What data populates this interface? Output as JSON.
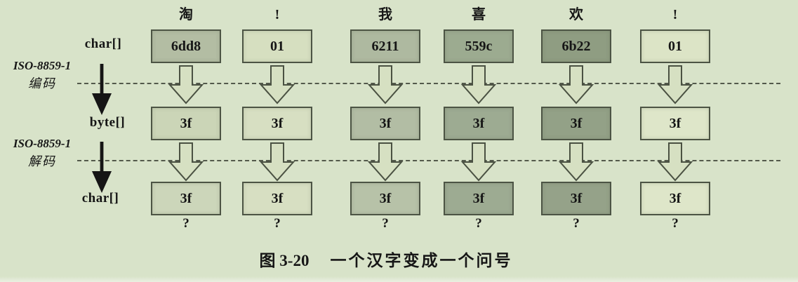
{
  "page": {
    "background": "#d8e3c9",
    "box_border": "#4c5444",
    "text_color": "#161616",
    "dash_color": "#3c4136",
    "hollow_arrow_fill": "#d6e0c2",
    "hollow_arrow_stroke": "#4a5142",
    "black_arrow_color": "#151515"
  },
  "labels": {
    "char_array_top": "char[]",
    "encode_iso": "ISO-8859-1",
    "encode_cn": "编码",
    "byte_array": "byte[]",
    "decode_iso": "ISO-8859-1",
    "decode_cn": "解码",
    "char_array_bottom": "char[]"
  },
  "columns": [
    {
      "char": "淘",
      "char_hex": "6dd8",
      "byte_hex": "3f",
      "decoded_hex": "3f",
      "result": "?",
      "char_fill": "#b3bda3",
      "byte_fill": "#cbd5b7",
      "decoded_fill": "#ccd6ba"
    },
    {
      "char": "!",
      "char_hex": "01",
      "byte_hex": "3f",
      "decoded_hex": "3f",
      "result": "?",
      "char_fill": "#d6dfc0",
      "byte_fill": "#d7dfc2",
      "decoded_fill": "#d7dfc2"
    },
    {
      "char": "我",
      "char_hex": "6211",
      "byte_hex": "3f",
      "decoded_hex": "3f",
      "result": "?",
      "char_fill": "#aeb9a0",
      "byte_fill": "#b2bda4",
      "decoded_fill": "#b7c2a8"
    },
    {
      "char": "喜",
      "char_hex": "559c",
      "byte_hex": "3f",
      "decoded_hex": "3f",
      "result": "?",
      "char_fill": "#9cab90",
      "byte_fill": "#9dab92",
      "decoded_fill": "#9dab92"
    },
    {
      "char": "欢",
      "char_hex": "6b22",
      "byte_hex": "3f",
      "decoded_hex": "3f",
      "result": "?",
      "char_fill": "#8f9d82",
      "byte_fill": "#93a187",
      "decoded_fill": "#95a289"
    },
    {
      "char": "!",
      "char_hex": "01",
      "byte_hex": "3f",
      "decoded_hex": "3f",
      "result": "?",
      "char_fill": "#dce4c6",
      "byte_fill": "#dee6c9",
      "decoded_fill": "#dee6c9"
    }
  ],
  "caption": {
    "prefix": "图 3-20",
    "text": "一个汉字变成一个问号"
  }
}
